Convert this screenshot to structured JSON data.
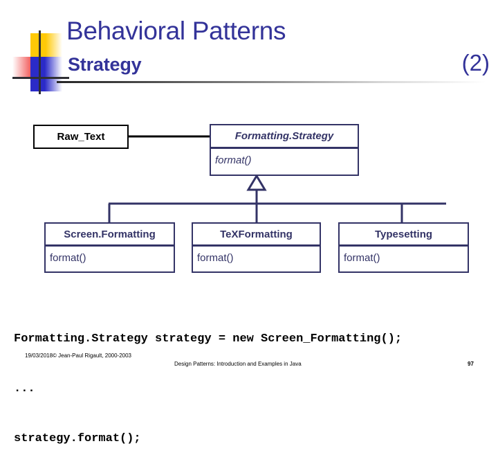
{
  "slide": {
    "title": "Behavioral Patterns",
    "subtitle": "Strategy",
    "part_label": "(2)",
    "accent_color": "#333399",
    "diagram_color": "#333366"
  },
  "diagram": {
    "type": "uml-class-diagram",
    "client_box": {
      "name": "Raw_Text",
      "border_color": "#000000",
      "text_color": "#000000"
    },
    "abstract_box": {
      "name": "Formatting.Strategy",
      "operations": "format()",
      "italic": true
    },
    "subclasses": [
      {
        "name": "Screen.Formatting",
        "operations": "format()"
      },
      {
        "name": "TeXFormatting",
        "operations": "format()"
      },
      {
        "name": "Typesetting",
        "operations": "format()"
      }
    ],
    "relations": [
      {
        "kind": "association",
        "from": "Raw_Text",
        "to": "Formatting.Strategy"
      },
      {
        "kind": "generalization",
        "from": "Screen.Formatting",
        "to": "Formatting.Strategy"
      },
      {
        "kind": "generalization",
        "from": "TeXFormatting",
        "to": "Formatting.Strategy"
      },
      {
        "kind": "generalization",
        "from": "Typesetting",
        "to": "Formatting.Strategy"
      }
    ]
  },
  "code": {
    "lines": [
      "Formatting.Strategy strategy = new Screen_Formatting();",
      "...",
      "strategy.format();"
    ]
  },
  "footer": {
    "left": "19/03/2018© Jean-Paul Rigault, 2000-2003",
    "center": "Design Patterns: Introduction and Examples in Java",
    "page": "97"
  }
}
